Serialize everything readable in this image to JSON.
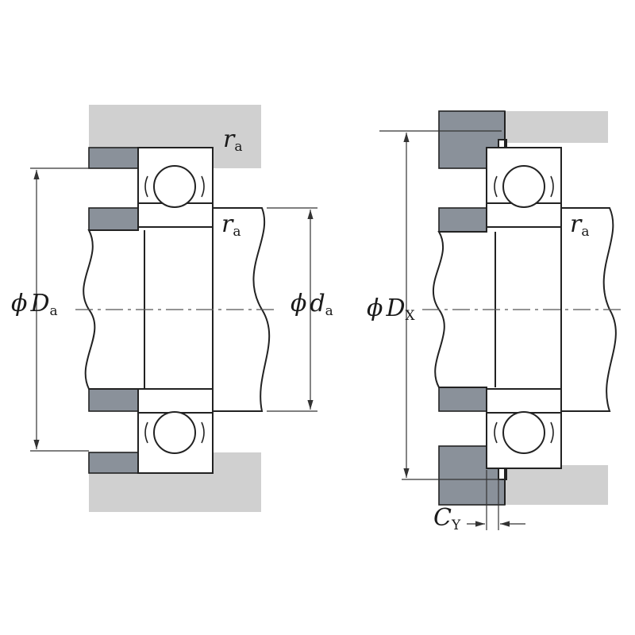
{
  "left_figure": {
    "fillet_radius_housing": {
      "symbol": "r",
      "subscript": "a"
    },
    "fillet_radius_shaft": {
      "symbol": "r",
      "subscript": "a"
    },
    "housing_shoulder_diameter": {
      "phi": "ϕ",
      "symbol": "D",
      "subscript": "a"
    },
    "shaft_shoulder_diameter": {
      "phi": "ϕ",
      "symbol": "d",
      "subscript": "a"
    }
  },
  "right_figure": {
    "fillet_radius_shaft": {
      "symbol": "r",
      "subscript": "a"
    },
    "snap_ring_diameter": {
      "phi": "ϕ",
      "symbol": "D",
      "subscript": "X"
    },
    "snap_ring_clearance": {
      "symbol": "C",
      "subscript": "Y"
    }
  },
  "colors": {
    "housing_light": "#d0d0d0",
    "housing_dark": "#8a919a",
    "line": "#222222"
  }
}
